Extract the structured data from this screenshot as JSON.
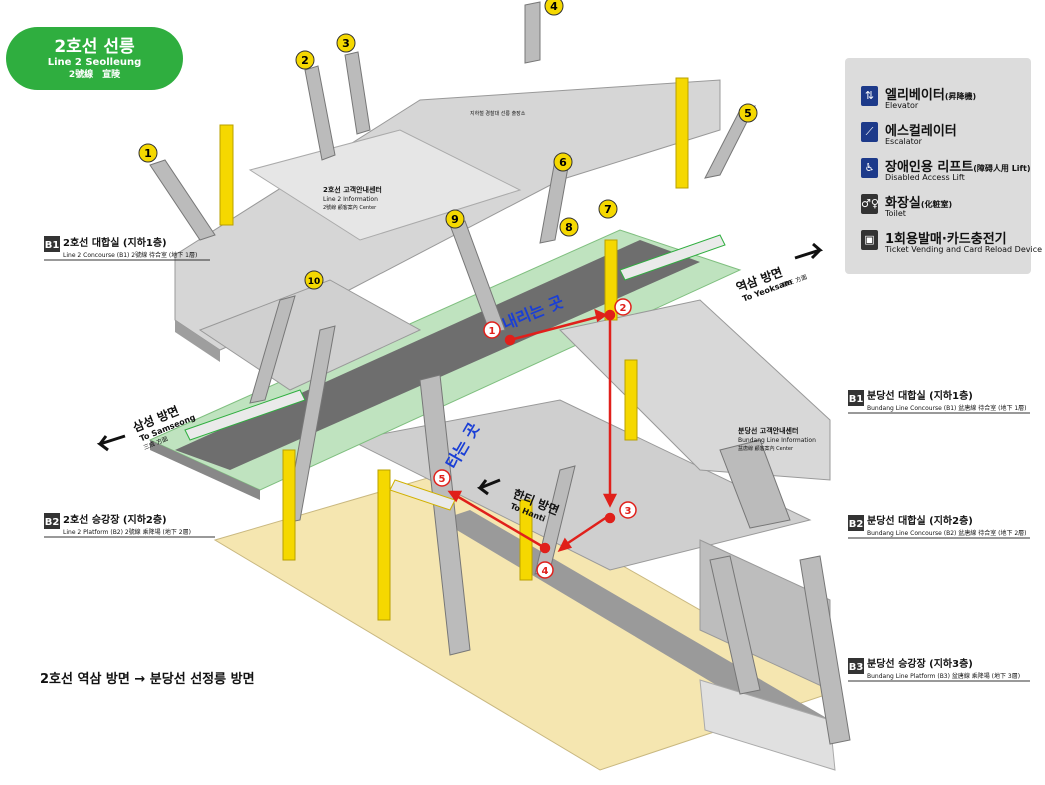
{
  "station": {
    "name_ko": "2호선 선릉",
    "name_en": "Line 2 Seolleung",
    "name_hanja": "2號線　宣陵"
  },
  "legend": [
    {
      "icon": "elevator-icon",
      "label": "엘리베이터",
      "suffix": "(昇降機)",
      "en": "Elevator"
    },
    {
      "icon": "escalator-icon",
      "label": "에스컬레이터",
      "suffix": "",
      "en": "Escalator"
    },
    {
      "icon": "wheelchair-icon",
      "label": "장애인용 리프트",
      "suffix": "(障碍人用 Lift)",
      "en": "Disabled Access Lift"
    },
    {
      "icon": "toilet-icon",
      "label": "화장실",
      "suffix": "(化粧室)",
      "en": "Toilet"
    },
    {
      "icon": "ticket-machine-icon",
      "label": "1회용발매·카드충전기",
      "suffix": "",
      "en": "Ticket Vending and Card Reload Device"
    }
  ],
  "levels": {
    "b1_line2": {
      "code": "B1",
      "ko": "2호선 대합실 (지하1층)",
      "en": "Line 2 Concourse (B1) 2號線 待合室 (地下 1層)"
    },
    "b2_line2": {
      "code": "B2",
      "ko": "2호선 승강장 (지하2층)",
      "en": "Line 2 Platform (B2) 2號線 乘降場 (地下 2層)"
    },
    "b1_bundang": {
      "code": "B1",
      "ko": "분당선 대합실 (지하1층)",
      "en": "Bundang Line Concourse (B1) 盆唐線 待合室 (地下 1層)"
    },
    "b2_bundang": {
      "code": "B2",
      "ko": "분당선 대합실 (지하2층)",
      "en": "Bundang Line Concourse (B2) 盆唐線 待合室 (地下 2層)"
    },
    "b3_bundang": {
      "code": "B3",
      "ko": "분당선 승강장 (지하3층)",
      "en": "Bundang Line Platform (B3) 盆唐線 乘降場 (地下 3層)"
    }
  },
  "directions": {
    "yeoksam": {
      "ko": "역삼 방면",
      "en": "To Yeoksam",
      "hanja": "驛三 方面"
    },
    "samseong": {
      "ko": "삼성 방면",
      "en": "To Samseong",
      "hanja": "三成 方面"
    },
    "hanti": {
      "ko": "한티 방면",
      "en": "To Hanti"
    }
  },
  "info_centers": {
    "line2": {
      "ko": "2호선 고객안내센터",
      "en": "Line 2 Information",
      "sub": "2號線 顧客案內 Center"
    },
    "bundang": {
      "ko": "분당선 고객안내센터",
      "en": "Bundang Line Information",
      "sub": "盆唐線 顧客案內 Center"
    },
    "exit_sign": "지하철 경찰대 선릉 출장소"
  },
  "exits": [
    "1",
    "2",
    "3",
    "4",
    "5",
    "6",
    "7",
    "8",
    "9",
    "10"
  ],
  "route_marks": {
    "get_off": "내리는 곳",
    "board": "타는 곳",
    "steps": [
      "1",
      "2",
      "3",
      "4",
      "5"
    ]
  },
  "route_caption": "2호선 역삼 방면 → 분당선 선정릉 방면",
  "colors": {
    "line2_green": "#2fae3f",
    "bundang_yellow": "#f5d800",
    "route_red": "#e0201b",
    "floor_gray": "#d3d3d3",
    "platform_green": "#bfe3bf",
    "platform_beige": "#f5e6b0"
  }
}
